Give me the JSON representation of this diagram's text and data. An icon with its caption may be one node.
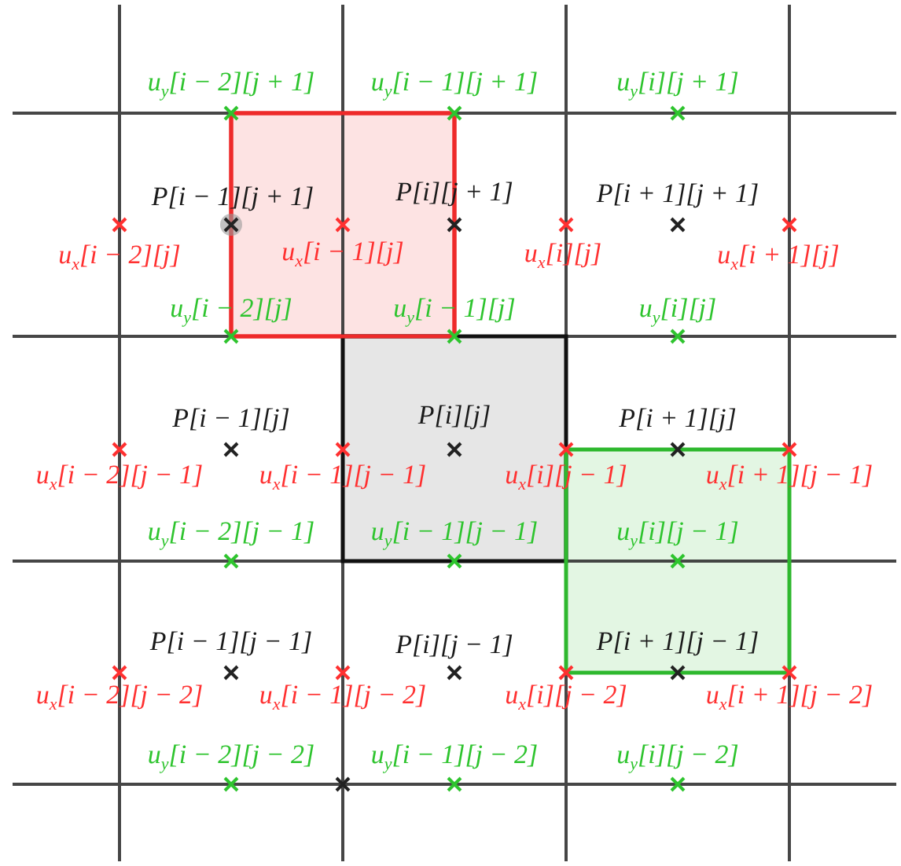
{
  "diagram": {
    "labels": [
      "u$_{y}$[i − 2][j + 1]",
      "u$_{y}$[i − 1][j + 1]",
      "u$_{y}$[i][j + 1]",
      "P[i − 1][j + 1]",
      "P[i][j + 1]",
      "P[i + 1][j + 1]",
      "u$_{x}$[i − 2][j]",
      "u$_{x}$[i − 1][j]",
      "u$_{x}$[i][j]",
      "u$_{x}$[i + 1][j]",
      "u$_{y}$[i − 2][j]",
      "u$_{y}$[i − 1][j]",
      "u$_{y}$[i][j]",
      "P[i − 1][j]",
      "P[i][j]",
      "P[i + 1][j]",
      "u$_{x}$[i − 2][j − 1]",
      "u$_{x}$[i − 1][j − 1]",
      "u$_{x}$[i][j − 1]",
      "u$_{x}$[i + 1][j − 1]",
      "u$_{y}$[i − 2][j − 1]",
      "u$_{y}$[i − 1][j − 1]",
      "u$_{y}$[i][j − 1]",
      "P[i − 1][j − 1]",
      "P[i][j − 1]",
      "P[i + 1][j − 1]",
      "u$_{x}$[i − 2][j − 2]",
      "u$_{x}$[i − 1][j − 2]",
      "u$_{x}$[i][j − 2]",
      "u$_{x}$[i + 1][j − 2]",
      "u$_{y}$[i − 2][j − 2]",
      "u$_{y}$[i − 1][j − 2]",
      "u$_{y}$[i][j − 2]"
    ]
  }
}
